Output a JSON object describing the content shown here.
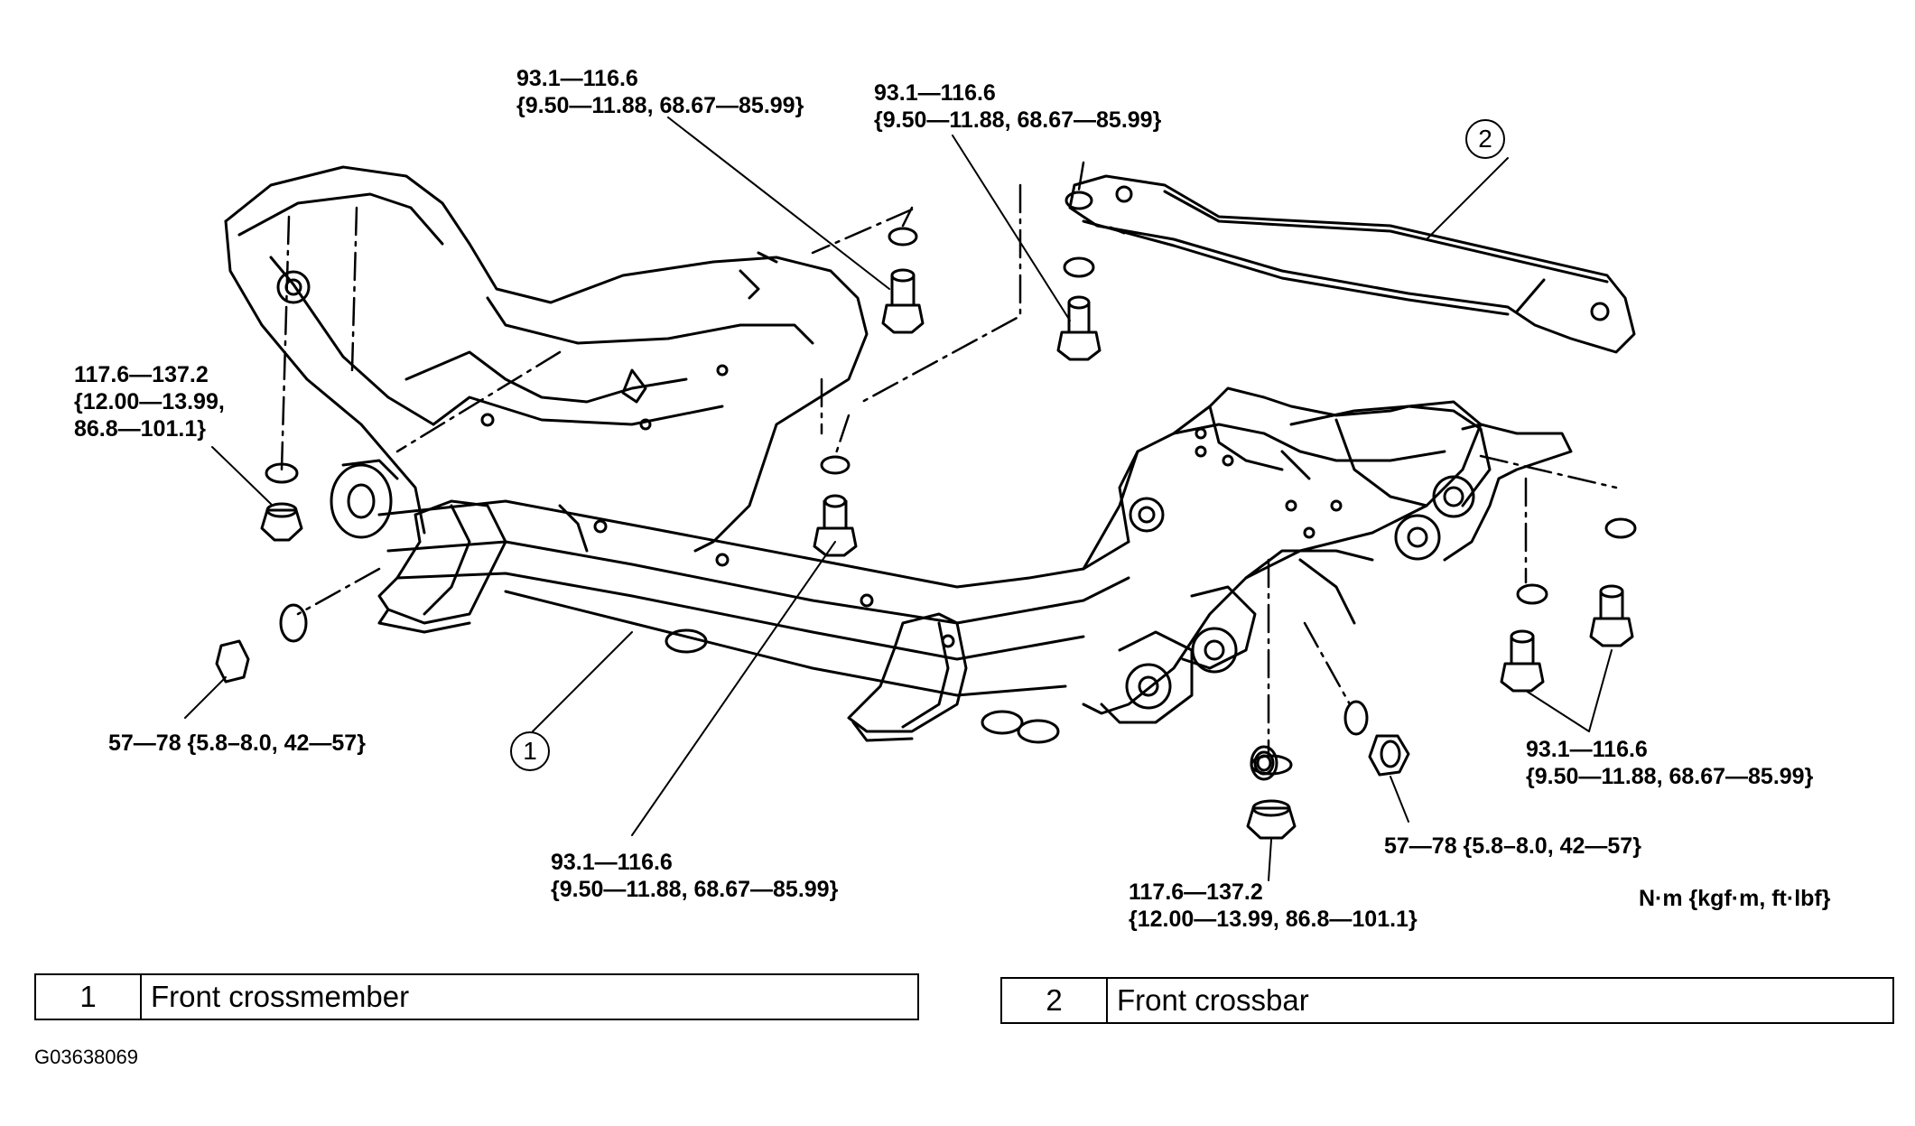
{
  "torque_specs": {
    "bolt_top_left": [
      "93.1—116.6",
      "{9.50—11.88, 68.67—85.99}"
    ],
    "bolt_top_center": [
      "93.1—116.6",
      "{9.50—11.88, 68.67—85.99}"
    ],
    "nut_left_rear": [
      "117.6—137.2",
      "{12.00—13.99,",
      "86.8—101.1}"
    ],
    "nut_left_front": [
      "57—78 {5.8–8.0, 42—57}"
    ],
    "bolt_bottom_center": [
      "93.1—116.6",
      "{9.50—11.88, 68.67—85.99}"
    ],
    "nut_right_lower": [
      "117.6—137.2",
      "{12.00—13.99, 86.8—101.1}"
    ],
    "nut_right_front": [
      "57—78 {5.8–8.0, 42—57}"
    ],
    "bolt_right": [
      "93.1—116.6",
      "{9.50—11.88, 68.67—85.99}"
    ]
  },
  "units": "N·m {kgf·m, ft·lbf}",
  "callouts": {
    "crossmember": "1",
    "crossbar": "2"
  },
  "legend": [
    {
      "num": "1",
      "name": "Front crossmember"
    },
    {
      "num": "2",
      "name": "Front crossbar"
    }
  ],
  "figure_id": "G03638069"
}
